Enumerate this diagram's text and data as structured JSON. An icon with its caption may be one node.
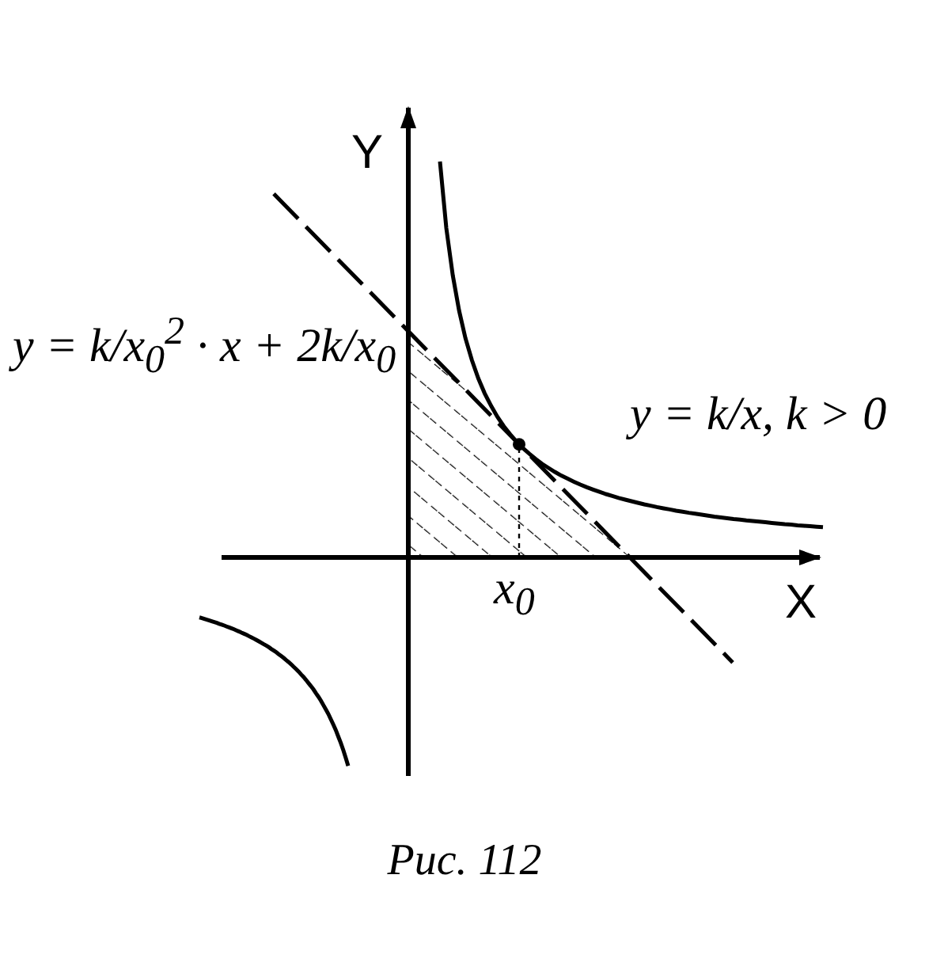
{
  "diagram": {
    "caption": "Рис. 112",
    "labels": [
      "Y",
      "y = k/x$_{0}$$^{2}$ · x + 2k/x$_{0}$",
      "y = k/x, k > 0",
      "x$_{0}$",
      "X"
    ]
  }
}
